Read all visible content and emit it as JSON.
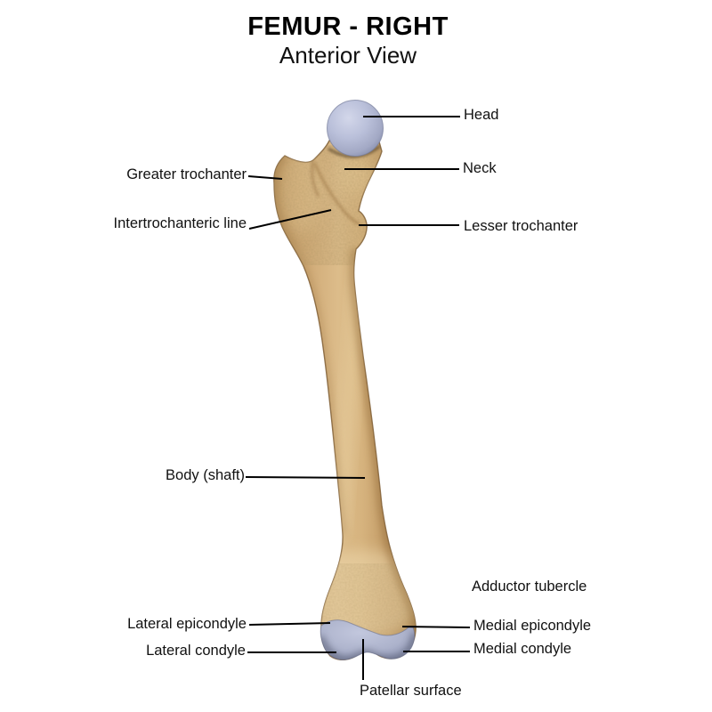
{
  "title": {
    "main": "FEMUR - RIGHT",
    "subtitle": "Anterior View"
  },
  "colors": {
    "background": "#ffffff",
    "bone_tan": "#d2ab74",
    "bone_edge": "#7c5c33",
    "cartilage_blue": "#b1b7d2",
    "leader_line": "#000000",
    "text": "#111111"
  },
  "labels": {
    "head": "Head",
    "neck": "Neck",
    "greater_trochanter": "Greater trochanter",
    "intertrochanteric_line": "Intertrochanteric line",
    "lesser_trochanter": "Lesser trochanter",
    "body_shaft": "Body (shaft)",
    "adductor_tubercle": "Adductor tubercle",
    "lateral_epicondyle": "Lateral epicondyle",
    "medial_epicondyle": "Medial epicondyle",
    "lateral_condyle": "Lateral condyle",
    "medial_condyle": "Medial condyle",
    "patellar_surface": "Patellar surface"
  }
}
